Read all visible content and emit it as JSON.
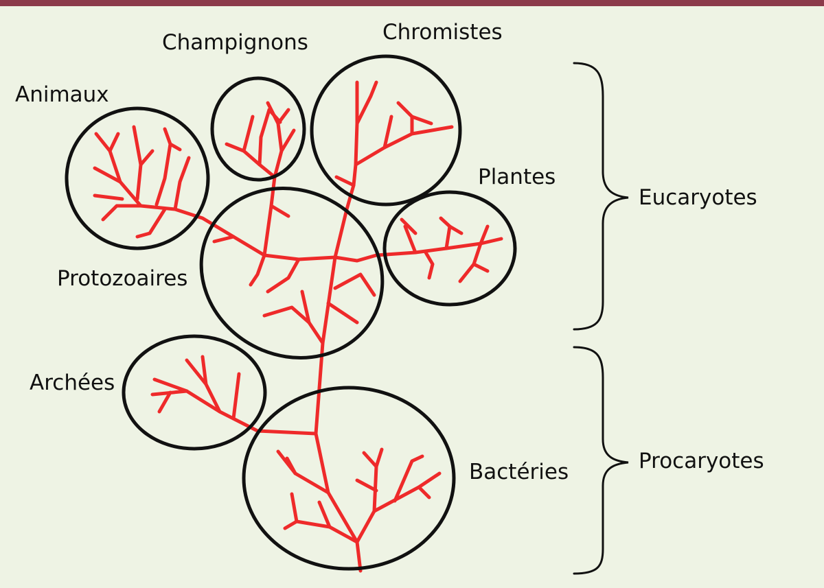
{
  "colors": {
    "top_bar": "#8b3a4a",
    "branch": "#ee2a2a",
    "outline": "#111111",
    "background": "#eef3e4"
  },
  "groups": {
    "animaux": "Animaux",
    "champignons": "Champignons",
    "chromistes": "Chromistes",
    "plantes": "Plantes",
    "protozoaires": "Protozoaires",
    "archees": "Archées",
    "bacteries": "Bactéries"
  },
  "domains": {
    "eucaryotes": "Eucaryotes",
    "procaryotes": "Procaryotes"
  }
}
